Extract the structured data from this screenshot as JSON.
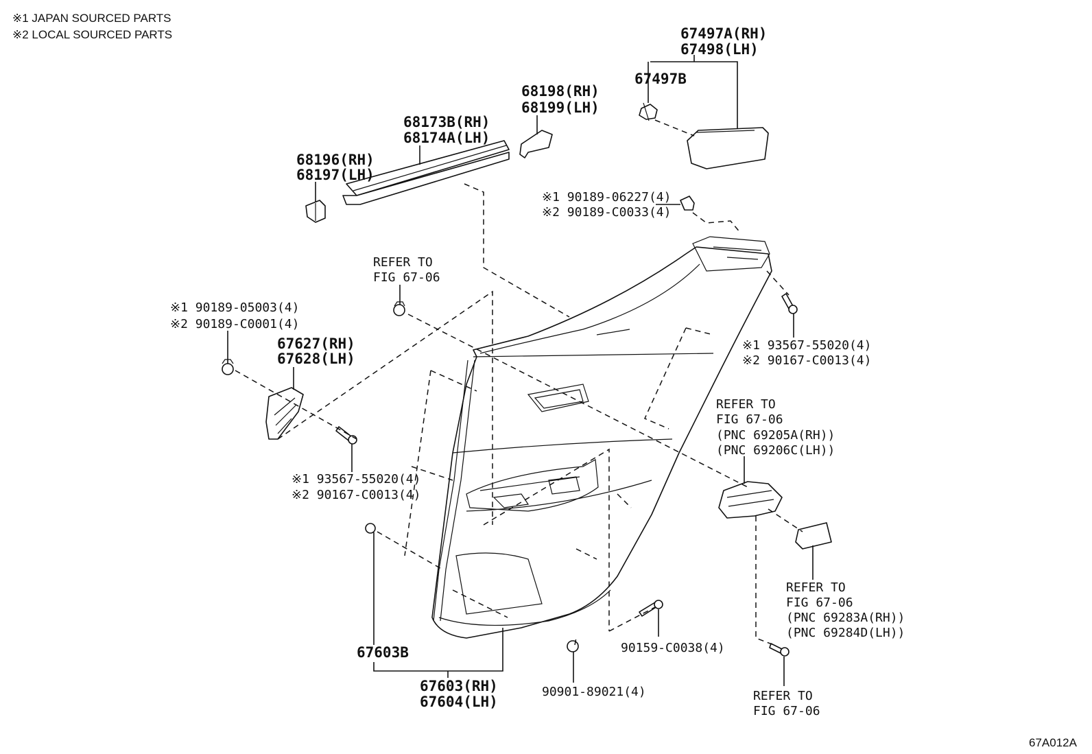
{
  "notes": {
    "japan": "※1 JAPAN SOURCED PARTS",
    "local": "※2 LOCAL SOURCED PARTS"
  },
  "diagram_code": "67A012A",
  "labels": {
    "p67497A": "67497A(RH)",
    "p67498": "67498(LH)",
    "p67497B": "67497B",
    "p68198": "68198(RH)",
    "p68199": "68199(LH)",
    "p68173B": "68173B(RH)",
    "p68174A": "68174A(LH)",
    "p68196": "68196(RH)",
    "p68197": "68197(LH)",
    "clip_top_1": "※1 90189-06227(4)",
    "clip_top_2": "※2 90189-C0033(4)",
    "refer_a_1": "REFER TO",
    "refer_a_2": "FIG 67-06",
    "clip_left_1": "※1 90189-05003(4)",
    "clip_left_2": "※2 90189-C0001(4)",
    "p67627": "67627(RH)",
    "p67628": "67628(LH)",
    "screw_right_1": "※1 93567-55020(4)",
    "screw_right_2": "※2 90167-C0013(4)",
    "refer_b_1": "REFER TO",
    "refer_b_2": "FIG 67-06",
    "refer_b_3": "(PNC 69205A(RH))",
    "refer_b_4": "(PNC 69206C(LH))",
    "screw_left_1": "※1 93567-55020(4)",
    "screw_left_2": "※2 90167-C0013(4)",
    "refer_c_1": "REFER TO",
    "refer_c_2": "FIG 67-06",
    "refer_c_3": "(PNC 69283A(RH))",
    "refer_c_4": "(PNC 69284D(LH))",
    "p67603B": "67603B",
    "p67603": "67603(RH)",
    "p67604": "67604(LH)",
    "p90159": "90159-C0038(4)",
    "p90901": "90901-89021(4)",
    "refer_d_1": "REFER TO",
    "refer_d_2": "FIG 67-06"
  }
}
